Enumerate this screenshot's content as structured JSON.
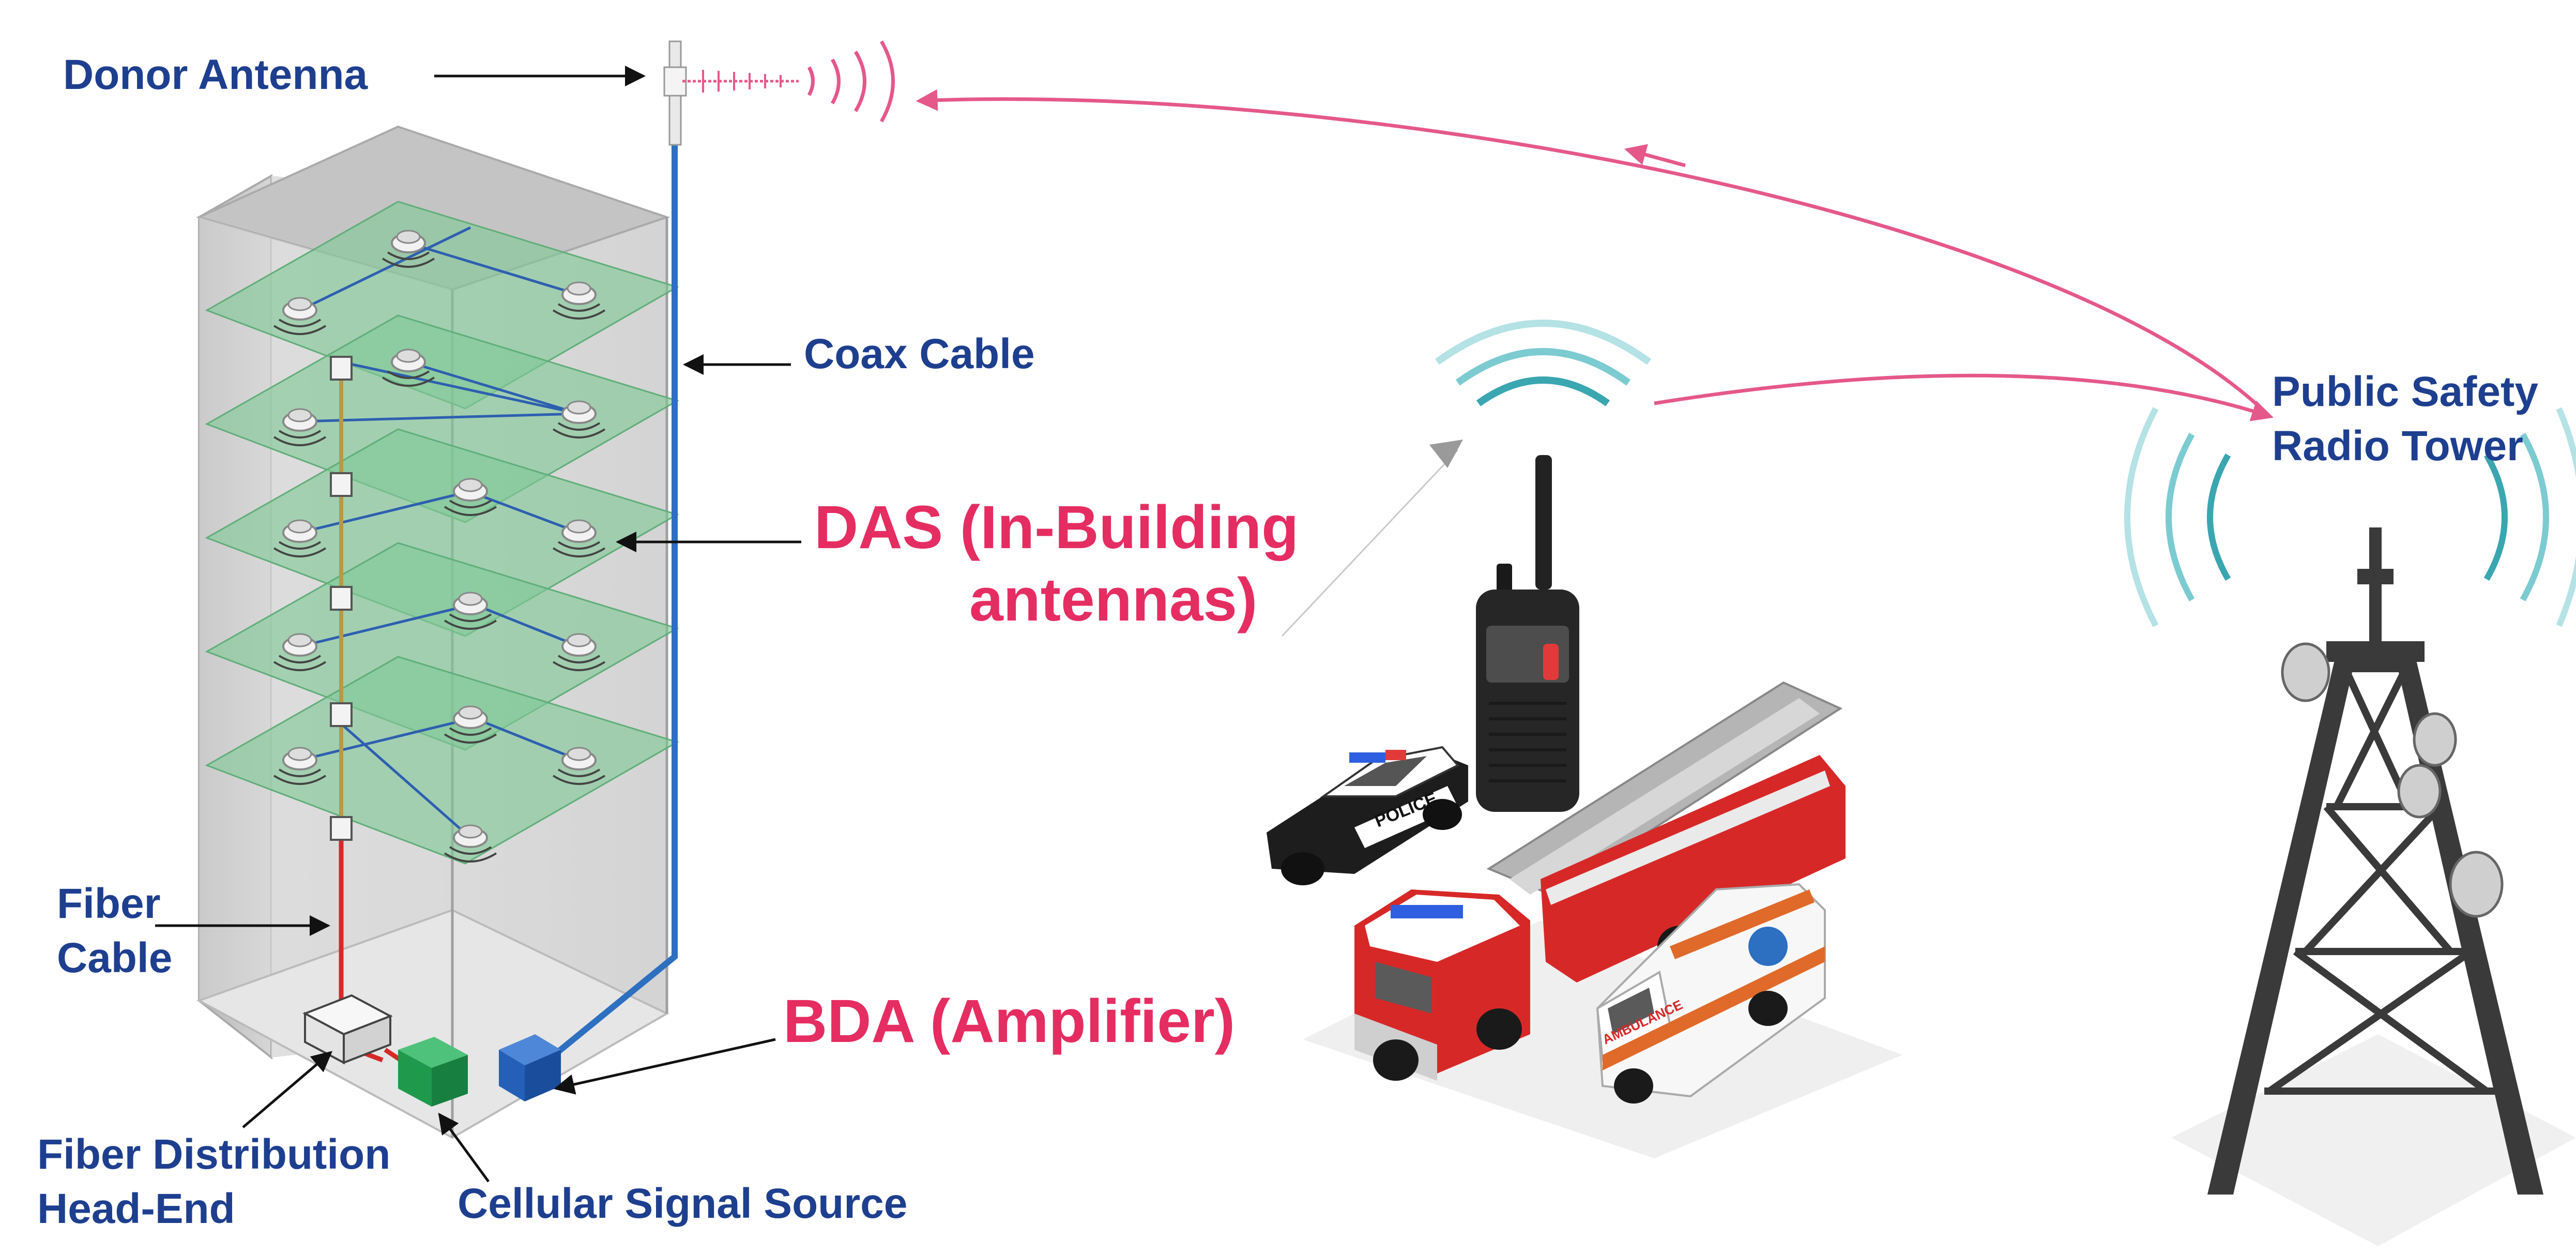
{
  "labels": {
    "donor_antenna": "Donor Antenna",
    "coax_cable": "Coax Cable",
    "das_line1": "DAS (In-Building",
    "das_line2": "antennas)",
    "fiber_cable_line1": "Fiber",
    "fiber_cable_line2": "Cable",
    "bda": "BDA (Amplifier)",
    "fiber_head_end_line1": "Fiber Distribution",
    "fiber_head_end_line2": "Head-End",
    "cellular_signal_source": "Cellular Signal Source",
    "tower_line1": "Public Safety",
    "tower_line2": "Radio Tower"
  },
  "vehicle_text": {
    "police": "POLICE",
    "ambulance": "AMBULANCE"
  },
  "colors": {
    "label_blue": "#1e3f8f",
    "label_pink": "#e52d62",
    "signal_arrow": "#e5588a",
    "coax": "#2d6fc0",
    "fiber": "#d42a2a",
    "floor_green": "#7fc896",
    "building_gray": "#c9c9c9",
    "tower_dark": "#3a3a3a",
    "radio_waves": "#3aa6b0",
    "bda_box": "#2460b8",
    "cellular_box": "#1f9a4d"
  },
  "icons": {
    "donor_antenna": "yagi-antenna-icon",
    "radio": "handheld-radio-icon",
    "tower": "radio-tower-icon",
    "in_building_antenna": "ceiling-antenna-icon"
  }
}
